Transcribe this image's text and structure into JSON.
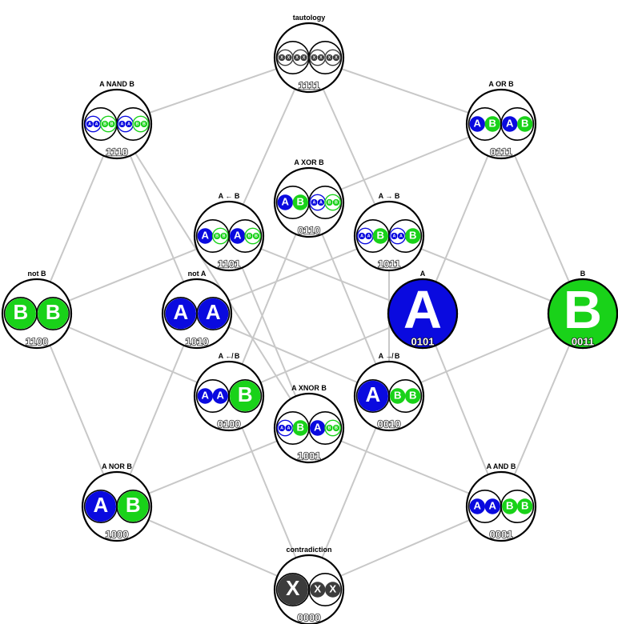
{
  "title": "",
  "colors": {
    "a": "#0a0adf",
    "b": "#19d219",
    "x": "#3c3c3c",
    "edge": "#c8c8c8",
    "outline": "#000000"
  },
  "nodes": [
    {
      "id": "tautology",
      "label": "tautology",
      "code": "1111",
      "slots": [
        [
          "X-neg",
          "X-neg"
        ],
        [
          "X-neg",
          "X-neg"
        ]
      ]
    },
    {
      "id": "nand",
      "label": "A NAND B",
      "code": "1110",
      "slots": [
        [
          "A-neg",
          "B-neg"
        ],
        [
          "A-neg",
          "B-neg"
        ]
      ]
    },
    {
      "id": "or",
      "label": "A OR B",
      "code": "0111",
      "slots": [
        [
          "A",
          "B"
        ],
        [
          "A",
          "B"
        ]
      ]
    },
    {
      "id": "xor",
      "label": "A XOR B",
      "code": "0110",
      "slots": [
        [
          "A",
          "B"
        ],
        [
          "A-neg",
          "B-neg"
        ]
      ]
    },
    {
      "id": "converse",
      "label": "A ← B",
      "code": "1101",
      "slots": [
        [
          "A",
          "B-neg"
        ],
        [
          "A",
          "B-neg"
        ]
      ]
    },
    {
      "id": "implication",
      "label": "A → B",
      "code": "1011",
      "slots": [
        [
          "A-neg",
          "B"
        ],
        [
          "A-neg",
          "B"
        ]
      ]
    },
    {
      "id": "notb",
      "label": "not B",
      "code": "1100",
      "slots": [
        [
          "B"
        ],
        [
          "B"
        ]
      ]
    },
    {
      "id": "nota",
      "label": "not A",
      "code": "1010",
      "slots": [
        [
          "A"
        ],
        [
          "A"
        ]
      ]
    },
    {
      "id": "a",
      "label": "A",
      "code": "0101",
      "slots": [
        [
          "A"
        ]
      ]
    },
    {
      "id": "b",
      "label": "B",
      "code": "0011",
      "slots": [
        [
          "B"
        ]
      ]
    },
    {
      "id": "nconverse",
      "label": "A ↚ B",
      "code": "0100",
      "slots": [
        [
          "A",
          "A"
        ],
        [
          "B"
        ]
      ]
    },
    {
      "id": "nimplication",
      "label": "A ↛ B",
      "code": "0010",
      "slots": [
        [
          "A"
        ],
        [
          "B",
          "B"
        ]
      ]
    },
    {
      "id": "xnor",
      "label": "A XNOR B",
      "code": "1001",
      "slots": [
        [
          "A-neg",
          "B"
        ],
        [
          "A",
          "B-neg"
        ]
      ]
    },
    {
      "id": "nor",
      "label": "A NOR B",
      "code": "1000",
      "slots": [
        [
          "A"
        ],
        [
          "B"
        ]
      ]
    },
    {
      "id": "and",
      "label": "A AND B",
      "code": "0001",
      "slots": [
        [
          "A",
          "A"
        ],
        [
          "B",
          "B"
        ]
      ]
    },
    {
      "id": "contradiction",
      "label": "contradiction",
      "code": "0000",
      "slots": [
        [
          "X"
        ],
        [
          "X",
          "X"
        ]
      ]
    }
  ],
  "edges": [
    [
      "tautology",
      "nand"
    ],
    [
      "tautology",
      "or"
    ],
    [
      "tautology",
      "converse"
    ],
    [
      "tautology",
      "implication"
    ],
    [
      "nand",
      "notb"
    ],
    [
      "nand",
      "nota"
    ],
    [
      "nand",
      "xnor"
    ],
    [
      "or",
      "xor"
    ],
    [
      "or",
      "a"
    ],
    [
      "or",
      "b"
    ],
    [
      "xor",
      "nconverse"
    ],
    [
      "xor",
      "nimplication"
    ],
    [
      "converse",
      "notb"
    ],
    [
      "converse",
      "a"
    ],
    [
      "converse",
      "xnor"
    ],
    [
      "implication",
      "nota"
    ],
    [
      "implication",
      "b"
    ],
    [
      "implication",
      "nimplication"
    ],
    [
      "notb",
      "nconverse"
    ],
    [
      "notb",
      "nor"
    ],
    [
      "nota",
      "nimplication"
    ],
    [
      "nota",
      "nor"
    ],
    [
      "a",
      "nconverse"
    ],
    [
      "a",
      "and"
    ],
    [
      "b",
      "nimplication"
    ],
    [
      "b",
      "and"
    ],
    [
      "nconverse",
      "contradiction"
    ],
    [
      "nimplication",
      "contradiction"
    ],
    [
      "xnor",
      "nor"
    ],
    [
      "xnor",
      "and"
    ],
    [
      "nor",
      "contradiction"
    ],
    [
      "and",
      "contradiction"
    ]
  ]
}
